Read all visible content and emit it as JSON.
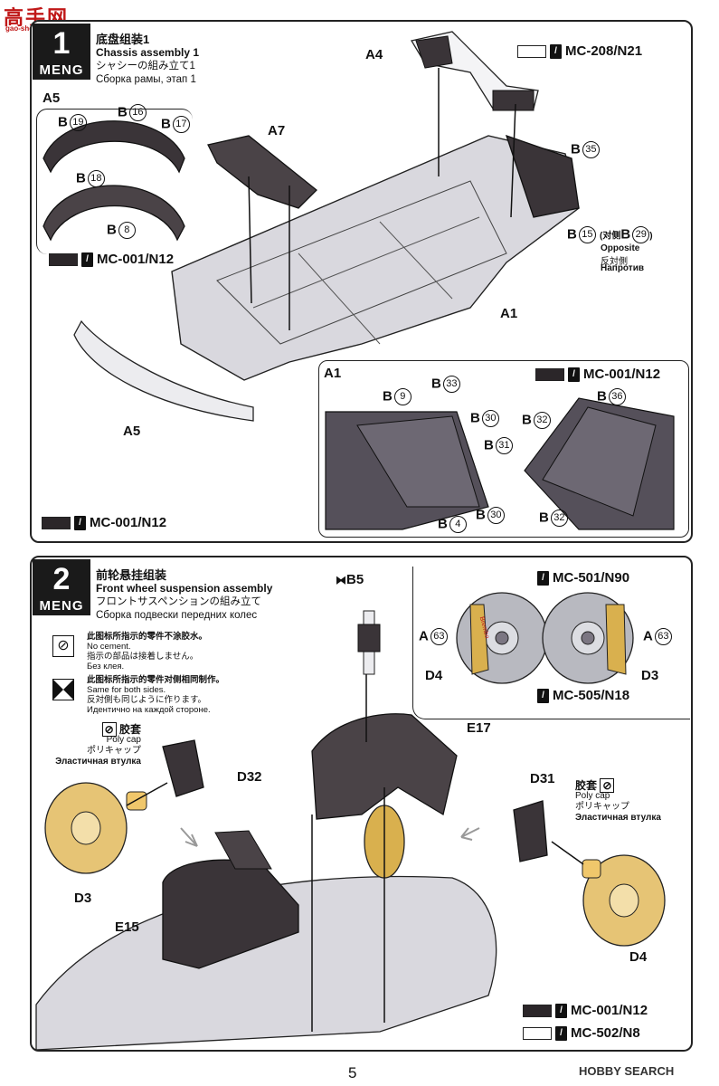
{
  "watermark_top": {
    "brand": "高手网",
    "url": "gao-shou.com"
  },
  "watermark_bottom": "HOBBY SEARCH",
  "page_number": "5",
  "brand_label": "MENG",
  "colors": {
    "dark_paint": "#2b2629",
    "gold": "#d9b04e",
    "disc_grey": "#b8b9c0",
    "purple_grey": "#7b7682"
  },
  "step1": {
    "number": "1",
    "title_zh": "底盘组装1",
    "title_en": "Chassis assembly 1",
    "title_jp": "シャシーの組み立て1",
    "title_ru": "Сборка рамы, этап 1",
    "paint_top": "MC-208/N21",
    "paint_a5": "MC-001/N12",
    "paint_bottom": "MC-001/N12",
    "paint_a1": "MC-001/N12",
    "labels": {
      "a4": "A4",
      "a7": "A7",
      "a5_inset": "A5",
      "a5_main": "A5",
      "a1_main": "A1",
      "a1_inset": "A1",
      "b_prefix": "B",
      "b19": "19",
      "b16": "16",
      "b17": "17",
      "b18": "18",
      "b8": "8",
      "b35": "35",
      "b15": "15",
      "b29": "29",
      "opposite_zh_pre": "(对侧",
      "opposite_zh_post": ")",
      "opposite_en": "Opposite",
      "opposite_jp": "反対側",
      "opposite_ru": "Напротив",
      "b9": "9",
      "b33": "33",
      "b30a": "30",
      "b31": "31",
      "b4": "4",
      "b30b": "30",
      "b36": "36",
      "b32a": "32",
      "b32b": "32"
    }
  },
  "step2": {
    "number": "2",
    "title_zh": "前轮悬挂组装",
    "title_en": "Front wheel suspension assembly",
    "title_jp": "フロントサスペンションの組み立て",
    "title_ru": "Сборка подвески передних колес",
    "legend_nocement": {
      "zh": "此图标所指示的零件不涂胶水。",
      "en": "No cement.",
      "jp": "指示の部品は接着しません。",
      "ru": "Без клея."
    },
    "legend_bothsides": {
      "zh": "此图标所指示的零件对侧相同制作。",
      "en": "Same for both sides.",
      "jp": "反対側も同じように作ります。",
      "ru": "Идентично на каждой стороне."
    },
    "polycap_left": {
      "zh": "胶套",
      "en": "Poly cap",
      "jp": "ポリキャップ",
      "ru": "Эластичная втулка"
    },
    "polycap_right": {
      "zh": "胶套",
      "en": "Poly cap",
      "jp": "ポリキャップ",
      "ru": "Эластичная втулка"
    },
    "labels": {
      "b5": "B5",
      "e17": "E17",
      "e15": "E15",
      "d32": "D32",
      "d31": "D31",
      "d3_left": "D3",
      "d4_right": "D4",
      "a63_left": "A",
      "a63_left_num": "63",
      "a63_right": "A",
      "a63_right_num": "63",
      "d4_inset": "D4",
      "d3_inset": "D3"
    },
    "paint_inset_top": "MC-501/N90",
    "paint_inset_bottom": "MC-505/N18",
    "paint_bottom_1": "MC-001/N12",
    "paint_bottom_2": "MC-502/N8",
    "caliper_text": "Brembo"
  }
}
